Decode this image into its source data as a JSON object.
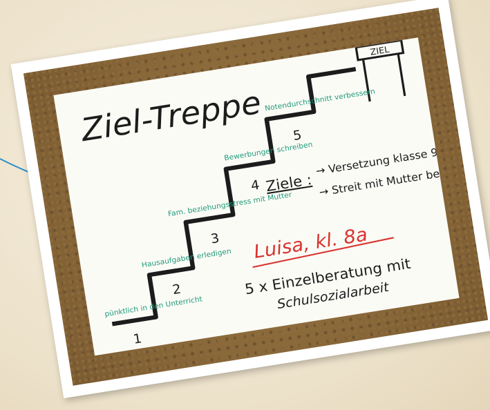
{
  "board": {
    "title": "Ziel-Treppe",
    "goal_sign": "ZIEL",
    "steps": [
      {
        "number": "1",
        "note": "pünktlich in den Unterricht"
      },
      {
        "number": "2",
        "note": "Hausaufgaben erledigen"
      },
      {
        "number": "3",
        "note": "Fam. beziehungsstress mit Mutter"
      },
      {
        "number": "4",
        "note": "Bewerbungen schreiben"
      },
      {
        "number": "5",
        "note": "Notendurchschnitt verbessern"
      }
    ],
    "goals_label": "Ziele :",
    "goals": [
      "→ Versetzung klasse 9",
      "→ Streit mit Mutter beenden"
    ],
    "student": "Luisa, kl. 8a",
    "counseling": [
      "5 x Einzelberatung mit",
      "Schulsozialarbeit"
    ]
  },
  "colors": {
    "marker_black": "#1c1c1c",
    "marker_green": "#1f9a7a",
    "marker_red": "#d8332e",
    "callout_blue": "#2b8fc9"
  }
}
